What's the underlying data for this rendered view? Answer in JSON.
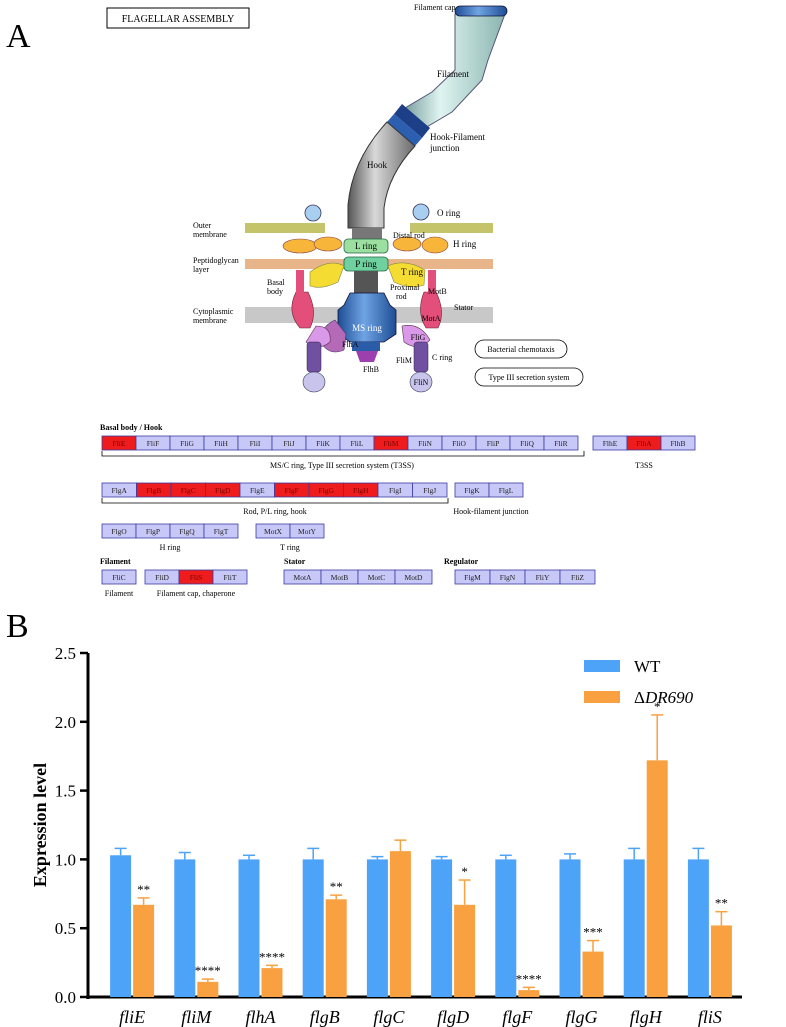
{
  "panel_a": {
    "letter": "A",
    "title_box": "FLAGELLAR  ASSEMBLY",
    "labels": {
      "filament_cap": "Filament cap",
      "filament": "Filament",
      "hook_filament_junction_1": "Hook-Filament",
      "hook_filament_junction_2": "junction",
      "hook": "Hook",
      "o_ring": "O ring",
      "outer_membrane_1": "Outer",
      "outer_membrane_2": "membrane",
      "distal_rod": "Distal rod",
      "l_ring": "L ring",
      "h_ring": "H ring",
      "peptidoglycan_1": "Peptidoglycan",
      "peptidoglycan_2": "layer",
      "p_ring": "P ring",
      "t_ring": "T ring",
      "basal_body_1": "Basal",
      "basal_body_2": "body",
      "proximal_rod_1": "Proximal",
      "proximal_rod_2": "rod",
      "motb": "MotB",
      "stator": "Stator",
      "cytoplasmic_1": "Cytoplasmic",
      "cytoplasmic_2": "membrane",
      "ms_ring": "MS ring",
      "mota": "MotA",
      "flha": "FlhA",
      "flhb": "FlhB",
      "flig": "FliG",
      "flim": "FliM",
      "c_ring": "C ring",
      "flin": "FliN",
      "bacterial_chemotaxis": "Bacterial chemotaxis",
      "type3": "Type III secretion system"
    },
    "sections": {
      "basal_body_hook": "Basal body / Hook",
      "filament": "Filament",
      "stator": "Stator",
      "regulator": "Regulator"
    },
    "gene_rows": {
      "row1a": [
        {
          "name": "FliE",
          "highlight": true
        },
        {
          "name": "FliF",
          "highlight": false
        },
        {
          "name": "FliG",
          "highlight": false
        },
        {
          "name": "FliH",
          "highlight": false
        },
        {
          "name": "FliI",
          "highlight": false
        },
        {
          "name": "FliJ",
          "highlight": false
        },
        {
          "name": "FliK",
          "highlight": false
        },
        {
          "name": "FliL",
          "highlight": false
        },
        {
          "name": "FliM",
          "highlight": true
        },
        {
          "name": "FliN",
          "highlight": false
        },
        {
          "name": "FliO",
          "highlight": false
        },
        {
          "name": "FliP",
          "highlight": false
        },
        {
          "name": "FliQ",
          "highlight": false
        },
        {
          "name": "FliR",
          "highlight": false
        }
      ],
      "row1b": [
        {
          "name": "FlhE",
          "highlight": false
        },
        {
          "name": "FlhA",
          "highlight": true
        },
        {
          "name": "FlhB",
          "highlight": false
        }
      ],
      "row2a": [
        {
          "name": "FlgA",
          "highlight": false
        },
        {
          "name": "FlgB",
          "highlight": true
        },
        {
          "name": "FlgC",
          "highlight": true
        },
        {
          "name": "FlgD",
          "highlight": true
        },
        {
          "name": "FlgE",
          "highlight": false
        },
        {
          "name": "FlgF",
          "highlight": true
        },
        {
          "name": "FlgG",
          "highlight": true
        },
        {
          "name": "FlgH",
          "highlight": true
        },
        {
          "name": "FlgI",
          "highlight": false
        },
        {
          "name": "FlgJ",
          "highlight": false
        }
      ],
      "row2b": [
        {
          "name": "FlgK",
          "highlight": false
        },
        {
          "name": "FlgL",
          "highlight": false
        }
      ],
      "row3a": [
        {
          "name": "FlgO",
          "highlight": false
        },
        {
          "name": "FlgP",
          "highlight": false
        },
        {
          "name": "FlgQ",
          "highlight": false
        },
        {
          "name": "FlgT",
          "highlight": false
        }
      ],
      "row3b": [
        {
          "name": "MotX",
          "highlight": false
        },
        {
          "name": "MotY",
          "highlight": false
        }
      ],
      "row4a": [
        {
          "name": "FliC",
          "highlight": false
        }
      ],
      "row4b": [
        {
          "name": "FliD",
          "highlight": false
        },
        {
          "name": "FliS",
          "highlight": true
        },
        {
          "name": "FliT",
          "highlight": false
        }
      ],
      "row4c": [
        {
          "name": "MotA",
          "highlight": false
        },
        {
          "name": "MotB",
          "highlight": false
        },
        {
          "name": "MotC",
          "highlight": false
        },
        {
          "name": "MotD",
          "highlight": false
        }
      ],
      "row4d": [
        {
          "name": "FlgM",
          "highlight": false
        },
        {
          "name": "FlgN",
          "highlight": false
        },
        {
          "name": "FliY",
          "highlight": false
        },
        {
          "name": "FliZ",
          "highlight": false
        }
      ]
    },
    "captions": {
      "ms_c_ring": "MS/C ring, Type III secretion system (T3SS)",
      "t3ss": "T3SS",
      "rod": "Rod, P/L ring, hook",
      "hook_filament": "Hook-filament junction",
      "h_ring": "H ring",
      "t_ring": "T ring",
      "filament": "Filament",
      "filament_cap": "Filament cap, chaperone"
    },
    "colors": {
      "highlight": "#ee1c1c",
      "gene_box": "#c8c8f8",
      "gene_border": "#3a3aa0"
    }
  },
  "panel_b": {
    "letter": "B"
  },
  "chart_data": {
    "type": "bar",
    "categories": [
      "fliE",
      "fliM",
      "flhA",
      "flgB",
      "flgC",
      "flgD",
      "flgF",
      "flgG",
      "flgH",
      "fliS"
    ],
    "series": [
      {
        "name": "WT",
        "color": "#4da3f7",
        "values": [
          1.03,
          1.0,
          1.0,
          1.0,
          1.0,
          1.0,
          1.0,
          1.0,
          1.0,
          1.0
        ],
        "errors": [
          0.05,
          0.05,
          0.03,
          0.08,
          0.02,
          0.02,
          0.03,
          0.04,
          0.08,
          0.08
        ]
      },
      {
        "name": "ΔDR690",
        "color": "#f9a040",
        "values": [
          0.67,
          0.11,
          0.21,
          0.71,
          1.06,
          0.67,
          0.05,
          0.33,
          1.72,
          0.52
        ],
        "errors": [
          0.05,
          0.02,
          0.02,
          0.03,
          0.08,
          0.18,
          0.02,
          0.08,
          0.33,
          0.1
        ]
      }
    ],
    "significance": [
      "**",
      "****",
      "****",
      "**",
      "",
      "*",
      "****",
      "***",
      "*",
      "**"
    ],
    "ylabel": "Expression level",
    "xlabel": "",
    "ylim": [
      0,
      2.5
    ],
    "yticks": [
      "0.0",
      "0.5",
      "1.0",
      "1.5",
      "2.0",
      "2.5"
    ],
    "legend_position": "top-right",
    "grid": false
  }
}
